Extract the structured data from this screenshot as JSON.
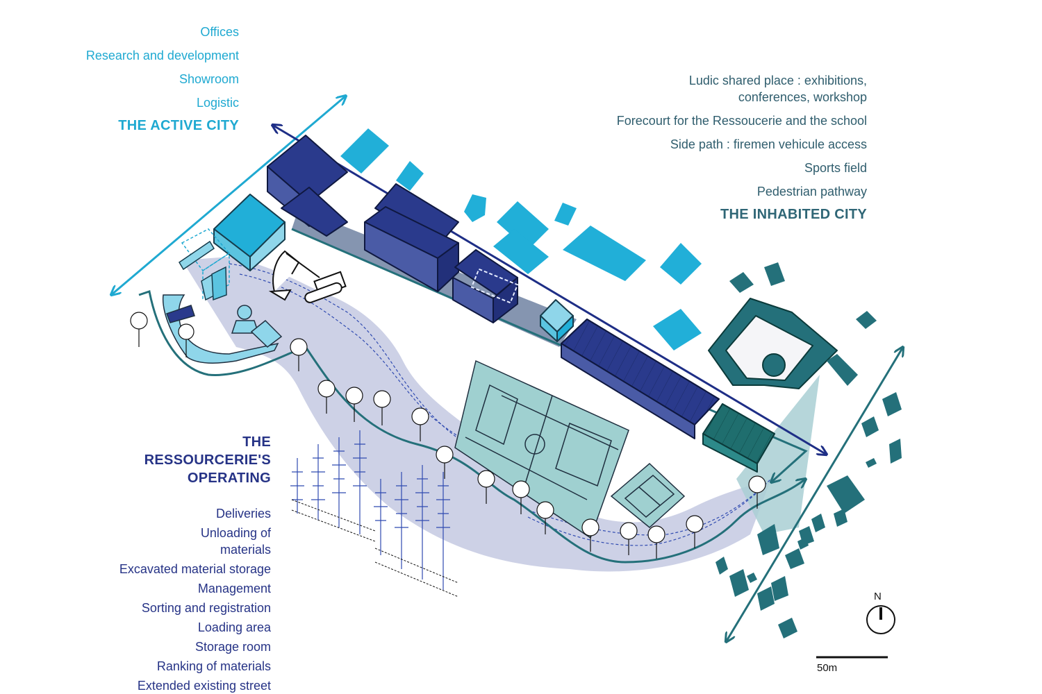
{
  "active_city": {
    "items": [
      "Offices",
      "Research and development",
      "Showroom",
      "Logistic"
    ],
    "title": "THE ACTIVE CITY"
  },
  "inhabited_city": {
    "items": [
      "Ludic shared place : exhibitions, conferences, workshop",
      "Forecourt for the Ressoucerie and the school",
      "Side path : firemen vehicule access",
      "Sports field",
      "Pedestrian pathway"
    ],
    "title": "THE INHABITED CITY"
  },
  "operating": {
    "title": "THE RESSOURCERIE'S OPERATING",
    "items": [
      "Deliveries",
      "Unloading of materials",
      "Excavated material storage",
      "Management",
      "Sorting and registration",
      "Loading area",
      "Storage room",
      "Ranking of materials",
      "Extended existing street"
    ]
  },
  "scale_bar": {
    "label": "50m"
  },
  "compass": {
    "label": "N"
  },
  "colors": {
    "active": "#1fa9d1",
    "inhabited": "#2f5d6d",
    "operating": "#263386",
    "building_dark": "#2a3a8c",
    "building_light": "#21afd8",
    "teal": "#24707a",
    "ground": "#cdd1e6",
    "field": "#9fd0d0"
  }
}
